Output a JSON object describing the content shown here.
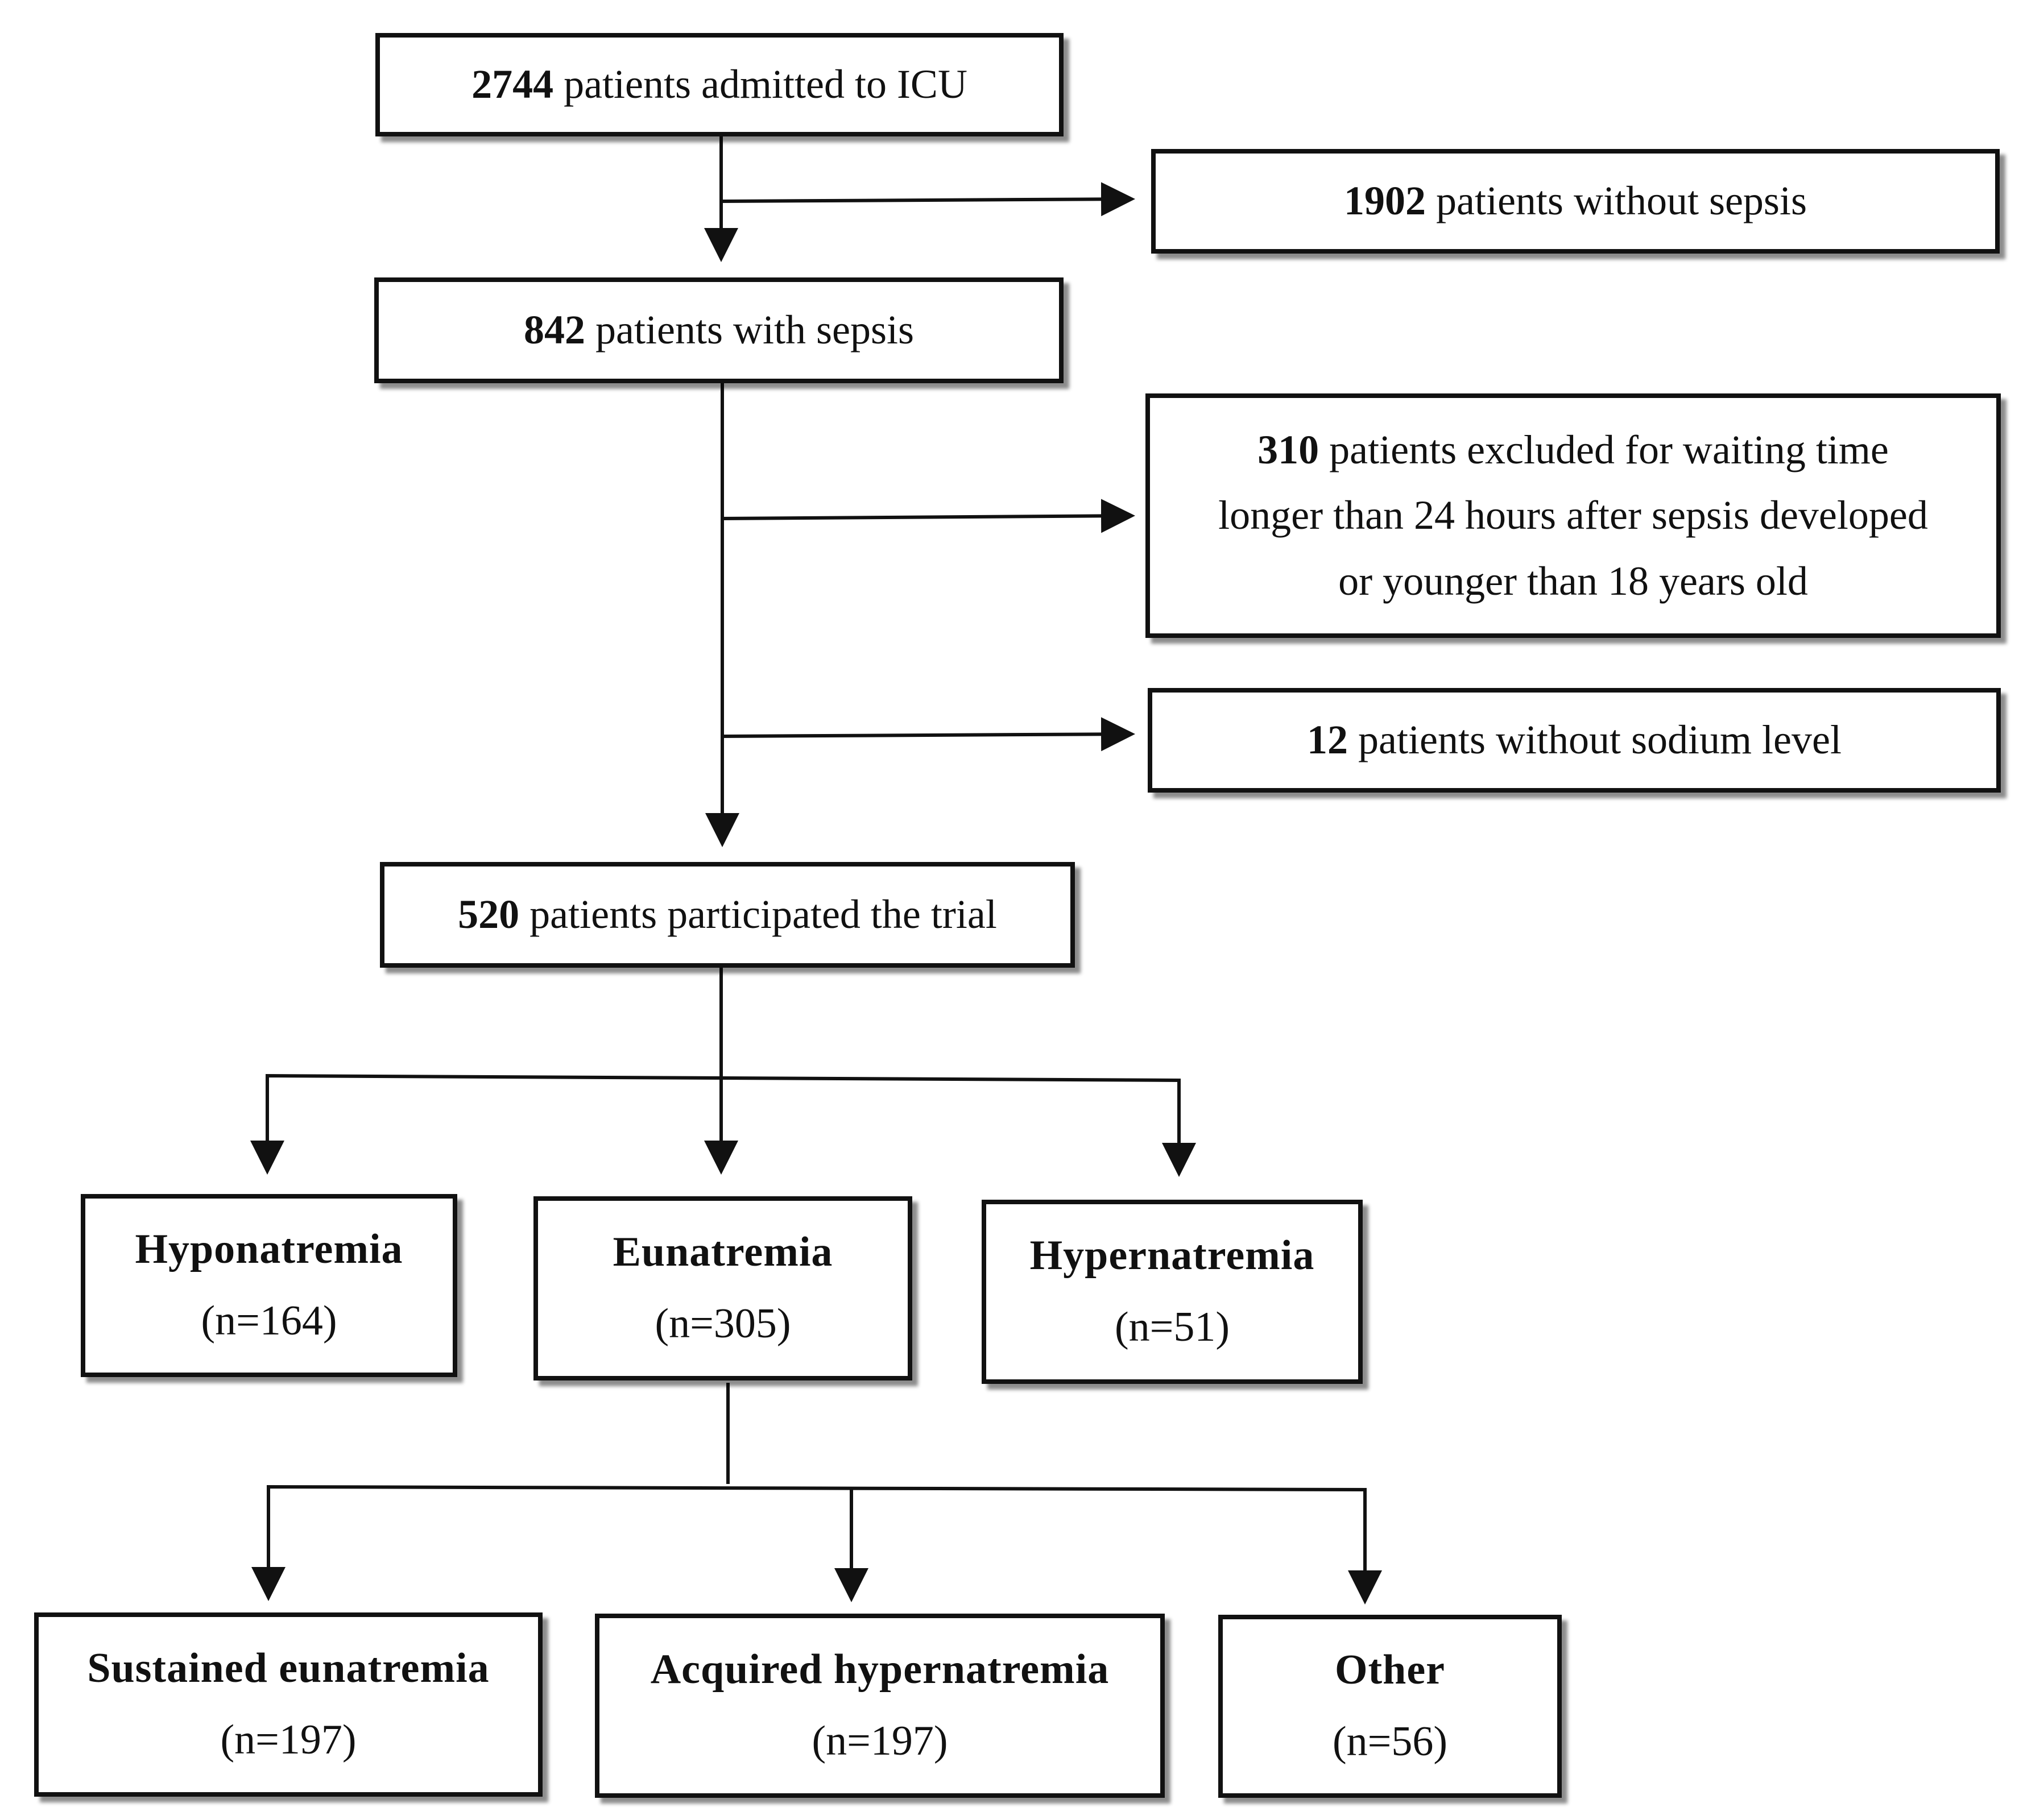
{
  "boxes": {
    "admitted": {
      "num": "2744",
      "text": "patients admitted to ICU"
    },
    "no_sepsis": {
      "num": "1902",
      "text": "patients without sepsis"
    },
    "sepsis": {
      "num": "842",
      "text": "patients with sepsis"
    },
    "excluded": {
      "num": "310",
      "line1": "patients excluded for waiting time",
      "line2": "longer than 24 hours after sepsis developed",
      "line3": "or younger than 18 years old"
    },
    "no_sodium": {
      "num": "12",
      "text": "patients without sodium level"
    },
    "participated": {
      "num": "520",
      "text": "patients participated the trial"
    },
    "hyponatremia": {
      "title": "Hyponatremia",
      "count": "(n=164)"
    },
    "eunatremia": {
      "title": "Eunatremia",
      "count": "(n=305)"
    },
    "hypernatremia": {
      "title": "Hypernatremia",
      "count": "(n=51)"
    },
    "sustained": {
      "title": "Sustained eunatremia",
      "count": "(n=197)"
    },
    "acquired": {
      "title": "Acquired hypernatremia",
      "count": "(n=197)"
    },
    "other": {
      "title": "Other",
      "count": "(n=56)"
    }
  }
}
